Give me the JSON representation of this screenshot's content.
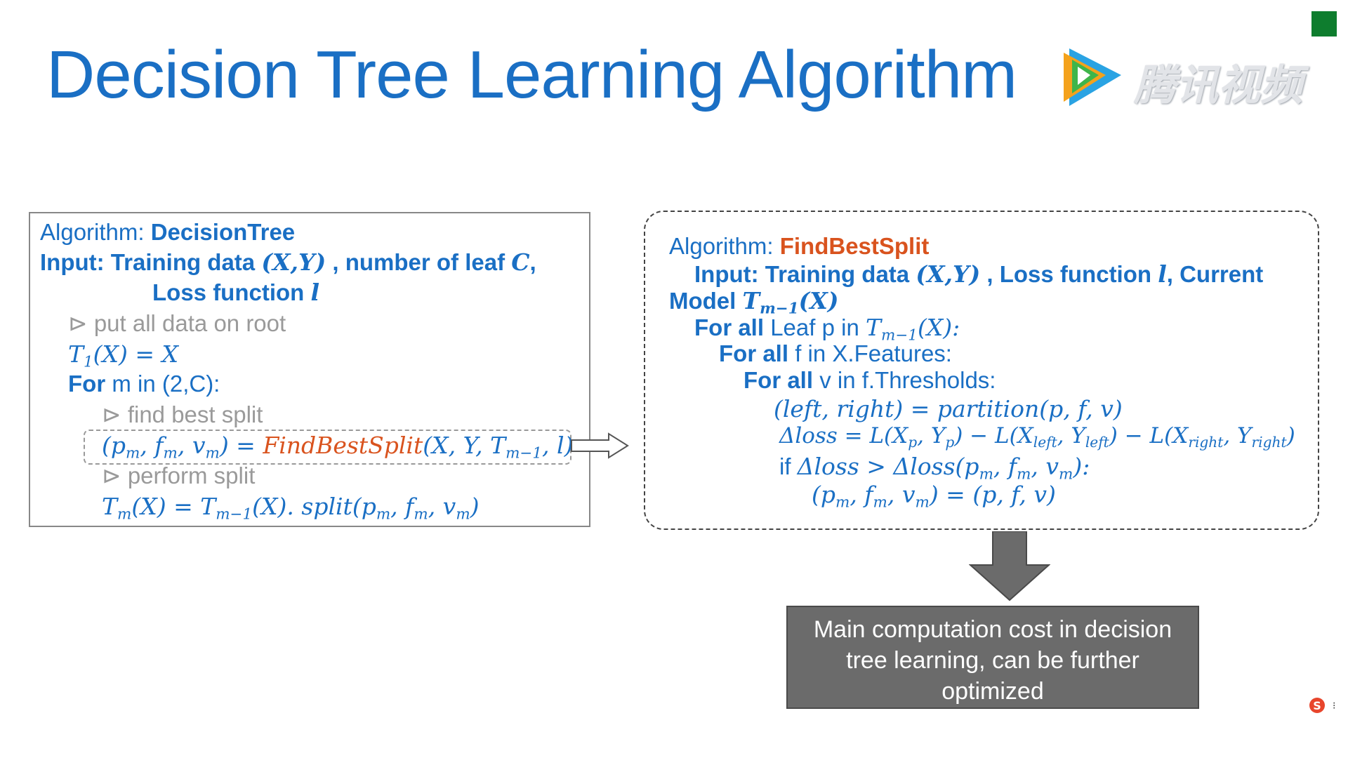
{
  "title": "Decision Tree Learning Algorithm",
  "logo": {
    "text": "腾讯视频",
    "icon": "play-logo-icon",
    "colors": [
      "#f4a21c",
      "#3fb54a",
      "#2aa3e3"
    ]
  },
  "accent_colors": {
    "blue": "#1a6fc4",
    "orange": "#d9531e",
    "gray": "#9a9a9a",
    "box": "#6b6b6b",
    "green": "#0e7d2e"
  },
  "left_algo": {
    "header_prefix": "Algorithm: ",
    "header_name": "DecisionTree",
    "input_label": "Input: Training data ",
    "input_math": "(X,Y)",
    "input_mid": " , number of leaf ",
    "input_C": "C",
    "input_comma": ",",
    "loss_label": "Loss function ",
    "loss_l": "l",
    "comment_root": "⊳ put all data on root",
    "init_math": "T",
    "init_sub": "1",
    "init_rest": "(X) = X",
    "for_kw": "For",
    "for_rest": " m in (2,C):",
    "comment_find": "⊳ find best split",
    "split_lhs_open": "(p",
    "split_sub_m1": "m",
    "split_f": ", f",
    "split_sub_m2": "m",
    "split_v": ", v",
    "split_sub_m3": "m",
    "split_eq": ") = ",
    "split_fn": "FindBestSplit",
    "split_args": "(X, Y, T",
    "split_args_sub": "m−1",
    "split_args_end": ", l)",
    "comment_perform": "⊳ perform split",
    "tm_T": "T",
    "tm_sub": "m",
    "tm_mid": "(X) = T",
    "tm_sub2": "m−1",
    "tm_mid2": "(X). split(p",
    "tm_sub3": "m",
    "tm_f": ", f",
    "tm_sub4": "m",
    "tm_v": ", v",
    "tm_sub5": "m",
    "tm_end": ")"
  },
  "right_algo": {
    "header_prefix": "Algorithm: ",
    "header_name": "FindBestSplit",
    "input_label": "Input: Training data ",
    "input_math": "(X,Y)",
    "input_rest": " , Loss function ",
    "input_l": "l",
    "input_current": ", Current",
    "model_label": "Model ",
    "model_T": "T",
    "model_sub": "m−1",
    "model_rest": "(X)",
    "forall1_kw": "For all",
    "forall1_rest": " Leaf p in ",
    "forall1_T": "T",
    "forall1_sub": "m−1",
    "forall1_end": "(X):",
    "forall2_kw": "For all",
    "forall2_rest": " f in X.Features:",
    "forall3_kw": "For all",
    "forall3_rest": " v in f.Thresholds:",
    "partition": "(left, right) = partition(p, f, v)",
    "dloss_a": "Δloss = L(X",
    "dloss_sub_p1": "p",
    "dloss_b": ", Y",
    "dloss_sub_p2": "p",
    "dloss_c": ") − L(X",
    "dloss_sub_l1": "left",
    "dloss_d": ", Y",
    "dloss_sub_l2": "left",
    "dloss_e": ") − L(X",
    "dloss_sub_r1": "right",
    "dloss_f": ", Y",
    "dloss_sub_r2": "right",
    "dloss_g": ")",
    "if_kw": "if ",
    "if_a": "Δloss > Δloss(p",
    "if_sub1": "m",
    "if_b": ", f",
    "if_sub2": "m",
    "if_c": ", v",
    "if_sub3": "m",
    "if_d": "):",
    "assign_a": "(p",
    "assign_sub1": "m",
    "assign_b": ", f",
    "assign_sub2": "m",
    "assign_c": ", v",
    "assign_sub3": "m",
    "assign_d": ") = (p, f, v)"
  },
  "cost_box": {
    "line1": "Main computation cost in decision",
    "line2": "tree learning, can be further",
    "line3": "optimized"
  }
}
